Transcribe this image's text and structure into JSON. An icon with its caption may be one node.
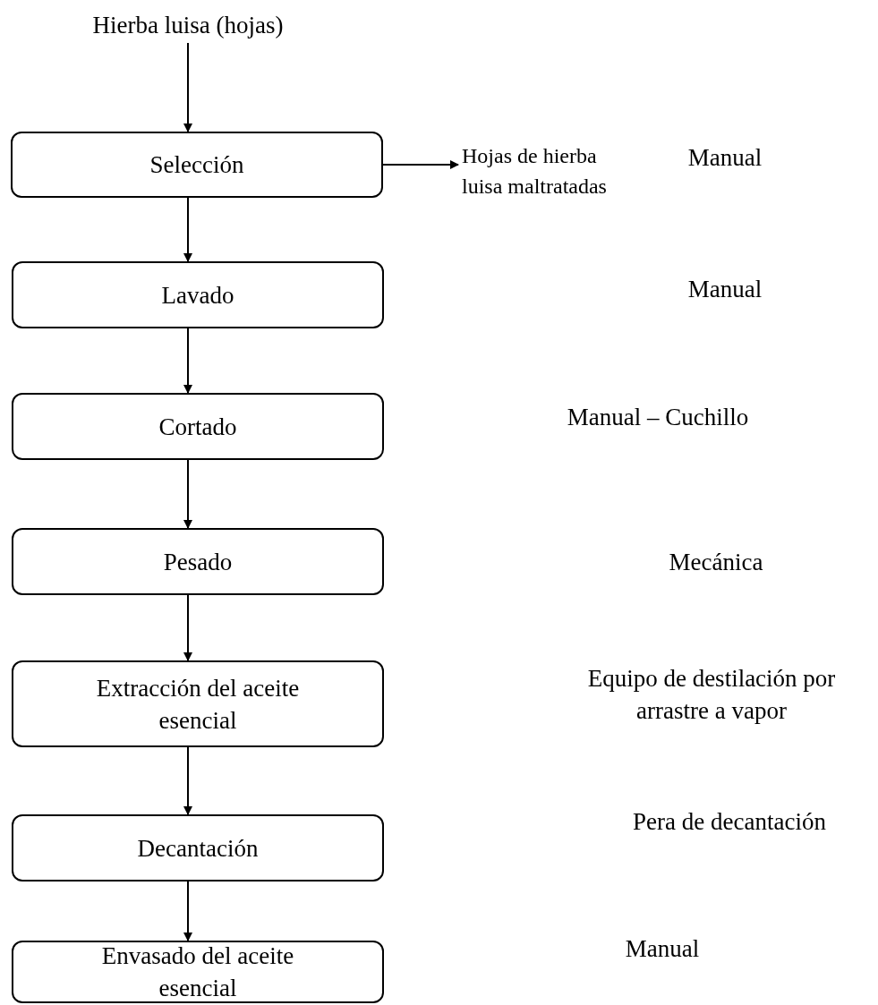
{
  "diagram": {
    "nodes": [
      {
        "text": [
          "Hierba luisa (hojas)"
        ]
      },
      {
        "text": [
          "Selección"
        ]
      },
      {
        "text": [
          "Lavado"
        ]
      },
      {
        "text": [
          "Cortado"
        ]
      },
      {
        "text": [
          "Pesado"
        ]
      },
      {
        "text": [
          "Extracción del aceite esencial"
        ]
      },
      {
        "text": [
          "Decantación"
        ]
      },
      {
        "text": [
          "Envasado del aceite esencial"
        ]
      },
      {
        "text": [
          "Hojas de hierba luisa maltratadas"
        ]
      }
    ],
    "edges": [
      {
        "from": 0,
        "to": 1,
        "arrow": "to"
      },
      {
        "from": 1,
        "to": 8,
        "arrow": "to"
      },
      {
        "from": 1,
        "to": 2,
        "arrow": "to"
      },
      {
        "from": 2,
        "to": 3,
        "arrow": "to"
      },
      {
        "from": 3,
        "to": 4,
        "arrow": "to"
      },
      {
        "from": 4,
        "to": 5,
        "arrow": "to"
      },
      {
        "from": 5,
        "to": 6,
        "arrow": "to"
      },
      {
        "from": 6,
        "to": 7,
        "arrow": "to"
      }
    ],
    "labels": [
      "Manual",
      "Manual",
      "Manual – Cuchillo",
      "Mecánica",
      "Equipo de destilación por arrastre a vapor",
      "Pera de decantación",
      "Manual"
    ]
  }
}
